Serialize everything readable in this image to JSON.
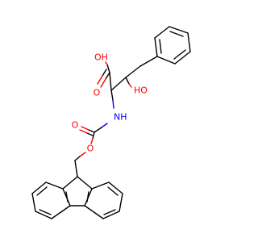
{
  "molecule": {
    "atom_labels": {
      "carboxyl_oh": "OH",
      "carboxyl_o": "O",
      "hydroxyl": "HO",
      "nh": "NH",
      "carbamate_o_double": "O",
      "carbamate_o_ester": "O"
    },
    "colors": {
      "carbon_bond": "#000000",
      "oxygen": "#ff0000",
      "nitrogen": "#0000ff",
      "background": "#ffffff"
    }
  }
}
